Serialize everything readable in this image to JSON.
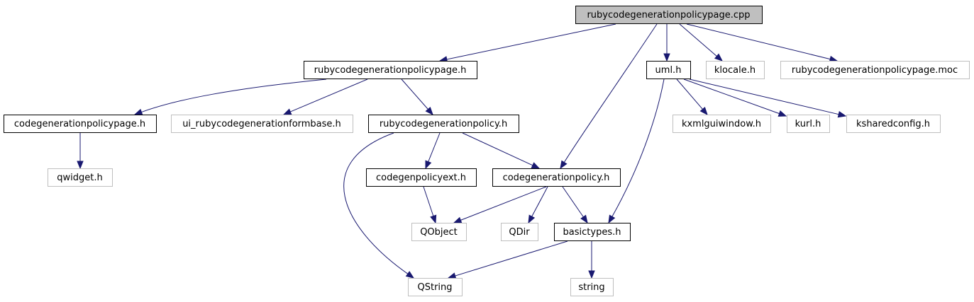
{
  "colors": {
    "root_fill": "#bfbfbf",
    "documented_border": "#000000",
    "external_border": "#bfbfbf",
    "edge": "#191970",
    "background": "#ffffff"
  },
  "nodes": [
    {
      "id": "rubycodegenerationpolicypage_cpp",
      "label": "rubycodegenerationpolicypage.cpp",
      "kind": "root"
    },
    {
      "id": "rubycodegenerationpolicypage_h",
      "label": "rubycodegenerationpolicypage.h",
      "kind": "documented"
    },
    {
      "id": "uml_h",
      "label": "uml.h",
      "kind": "documented"
    },
    {
      "id": "klocale_h",
      "label": "klocale.h",
      "kind": "external"
    },
    {
      "id": "rubycodegenerationpolicypage_moc",
      "label": "rubycodegenerationpolicypage.moc",
      "kind": "external"
    },
    {
      "id": "codegenerationpolicypage_h",
      "label": "codegenerationpolicypage.h",
      "kind": "documented"
    },
    {
      "id": "ui_rubycodegenerationformbase_h",
      "label": "ui_rubycodegenerationformbase.h",
      "kind": "external"
    },
    {
      "id": "rubycodegenerationpolicy_h",
      "label": "rubycodegenerationpolicy.h",
      "kind": "documented"
    },
    {
      "id": "kxmlguiwindow_h",
      "label": "kxmlguiwindow.h",
      "kind": "external"
    },
    {
      "id": "kurl_h",
      "label": "kurl.h",
      "kind": "external"
    },
    {
      "id": "ksharedconfig_h",
      "label": "ksharedconfig.h",
      "kind": "external"
    },
    {
      "id": "qwidget_h",
      "label": "qwidget.h",
      "kind": "external"
    },
    {
      "id": "codegenpolicyext_h",
      "label": "codegenpolicyext.h",
      "kind": "documented"
    },
    {
      "id": "codegenerationpolicy_h",
      "label": "codegenerationpolicy.h",
      "kind": "documented"
    },
    {
      "id": "QObject",
      "label": "QObject",
      "kind": "external"
    },
    {
      "id": "QDir",
      "label": "QDir",
      "kind": "external"
    },
    {
      "id": "basictypes_h",
      "label": "basictypes.h",
      "kind": "documented"
    },
    {
      "id": "QString",
      "label": "QString",
      "kind": "external"
    },
    {
      "id": "string",
      "label": "string",
      "kind": "external"
    }
  ],
  "edges": [
    {
      "from": "rubycodegenerationpolicypage_cpp",
      "to": "rubycodegenerationpolicypage_h"
    },
    {
      "from": "rubycodegenerationpolicypage_cpp",
      "to": "codegenerationpolicy_h"
    },
    {
      "from": "rubycodegenerationpolicypage_cpp",
      "to": "uml_h"
    },
    {
      "from": "rubycodegenerationpolicypage_cpp",
      "to": "klocale_h"
    },
    {
      "from": "rubycodegenerationpolicypage_cpp",
      "to": "rubycodegenerationpolicypage_moc"
    },
    {
      "from": "rubycodegenerationpolicypage_h",
      "to": "codegenerationpolicypage_h"
    },
    {
      "from": "rubycodegenerationpolicypage_h",
      "to": "ui_rubycodegenerationformbase_h"
    },
    {
      "from": "rubycodegenerationpolicypage_h",
      "to": "rubycodegenerationpolicy_h"
    },
    {
      "from": "codegenerationpolicypage_h",
      "to": "qwidget_h"
    },
    {
      "from": "rubycodegenerationpolicy_h",
      "to": "QString"
    },
    {
      "from": "rubycodegenerationpolicy_h",
      "to": "codegenpolicyext_h"
    },
    {
      "from": "rubycodegenerationpolicy_h",
      "to": "codegenerationpolicy_h"
    },
    {
      "from": "codegenpolicyext_h",
      "to": "QObject"
    },
    {
      "from": "codegenerationpolicy_h",
      "to": "QObject"
    },
    {
      "from": "codegenerationpolicy_h",
      "to": "QDir"
    },
    {
      "from": "codegenerationpolicy_h",
      "to": "basictypes_h"
    },
    {
      "from": "uml_h",
      "to": "basictypes_h"
    },
    {
      "from": "uml_h",
      "to": "kxmlguiwindow_h"
    },
    {
      "from": "uml_h",
      "to": "kurl_h"
    },
    {
      "from": "uml_h",
      "to": "ksharedconfig_h"
    },
    {
      "from": "basictypes_h",
      "to": "QString"
    },
    {
      "from": "basictypes_h",
      "to": "string"
    }
  ]
}
